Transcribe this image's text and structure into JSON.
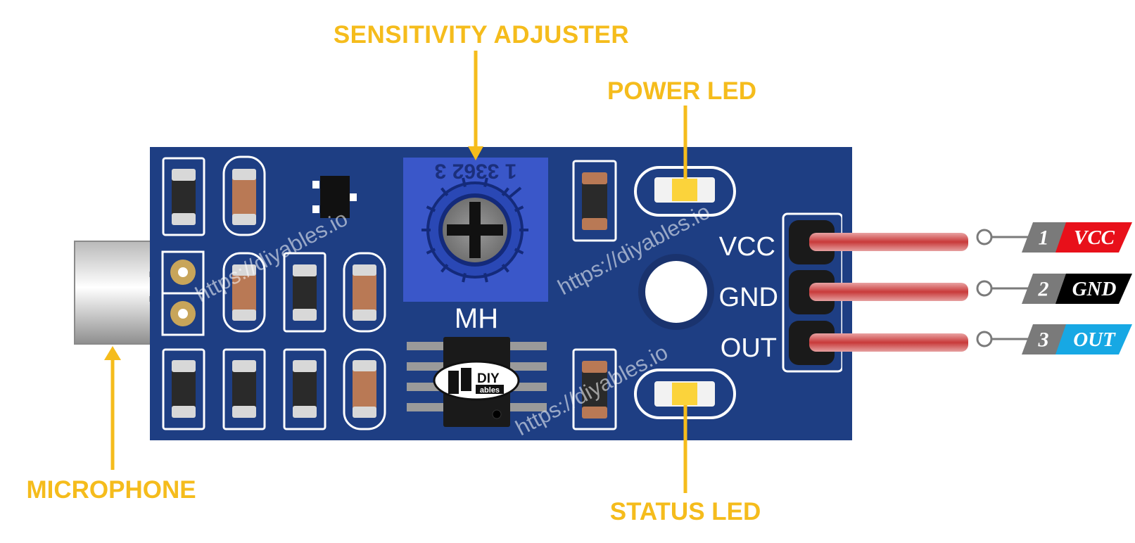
{
  "colors": {
    "callout": "#F5BC1C",
    "board": "#1E3E83",
    "silkscreen": "#FFFFFF",
    "pot": "#3A57C9",
    "led": "#FBD33B",
    "pin_tag_grey": "#7A7A7A",
    "vcc_tag": "#E8101A",
    "gnd_tag": "#000000",
    "out_tag": "#17A8E4"
  },
  "callouts": {
    "sensitivity": "SENSITIVITY ADJUSTER",
    "power_led": "POWER LED",
    "microphone": "MICROPHONE",
    "status_led": "STATUS LED"
  },
  "board": {
    "brand_mark": "MH",
    "pot_marking": "1 3362 3",
    "chip_logo_top": "DIY",
    "chip_logo_bottom": "ables",
    "watermark": "https://diyables.io"
  },
  "pins": [
    {
      "board_label": "VCC",
      "number": "1",
      "name": "VCC",
      "color": "#E8101A"
    },
    {
      "board_label": "GND",
      "number": "2",
      "name": "GND",
      "color": "#000000"
    },
    {
      "board_label": "OUT",
      "number": "3",
      "name": "OUT",
      "color": "#17A8E4"
    }
  ]
}
